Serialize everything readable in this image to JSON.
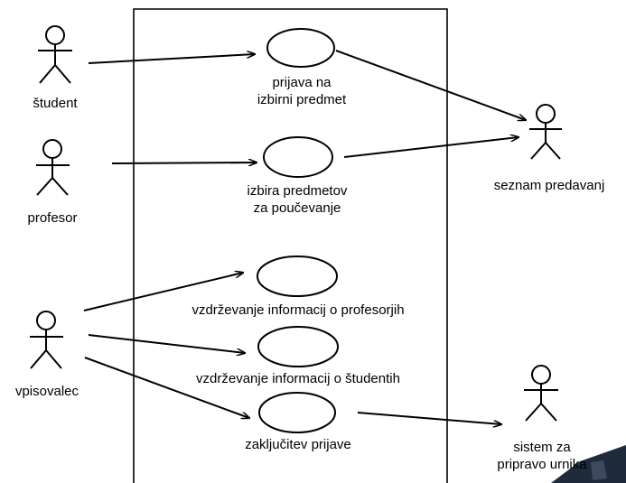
{
  "actors": {
    "student": "študent",
    "profesor": "profesor",
    "seznam_predavanj": "seznam predavanj",
    "vpisovalec": "vpisovalec",
    "sistem_line1": "sistem za",
    "sistem_line2": "pripravo urnika"
  },
  "use_cases": {
    "prijava_line1": "prijava na",
    "prijava_line2": "izbirni predmet",
    "izbira_line1": "izbira predmetov",
    "izbira_line2": "za poučevanje",
    "vzdrzevanje_profesorjih": "vzdrževanje informacij o profesorjih",
    "vzdrzevanje_studentih": "vzdrževanje informacij o študentih",
    "zakljucitev": "zaključitev prijave"
  },
  "colors": {
    "stroke": "#000000",
    "background": "#ffffff",
    "corner_badge": "#1f2a3a"
  }
}
